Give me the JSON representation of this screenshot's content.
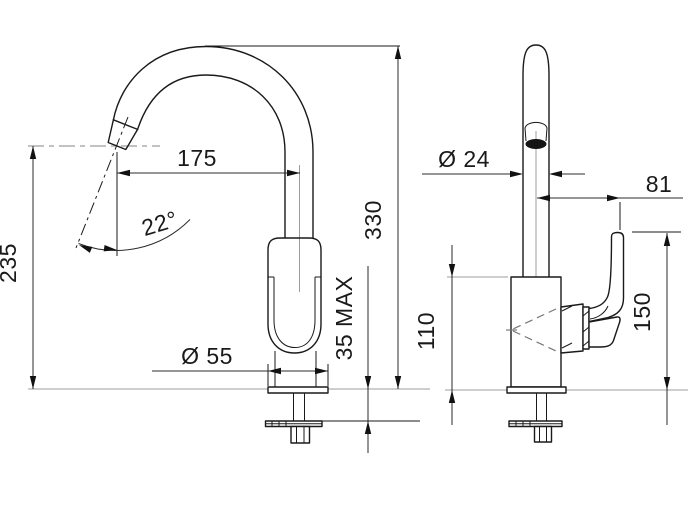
{
  "drawing": {
    "kind": "faucet-dimension-drawing",
    "background": "#ffffff",
    "line_color": "#1a1a1a",
    "gray_line_color": "#9c9c9c",
    "aerator_color": "#141414",
    "left_view": {
      "name": "side-view-gooseneck-spout",
      "dims": {
        "spout_reach": {
          "label": "175"
        },
        "spout_angle": {
          "label": "22°"
        },
        "spout_height": {
          "label": "235"
        },
        "overall_height": {
          "label": "330"
        },
        "base_diameter": {
          "label": "Ø 55"
        },
        "max_deck_thickness": {
          "label": "35 MAX"
        }
      }
    },
    "right_view": {
      "name": "front-view-body-and-handle",
      "dims": {
        "spout_diameter": {
          "label": "Ø 24"
        },
        "handle_offset": {
          "label": "81"
        },
        "body_height": {
          "label": "110"
        },
        "handle_height": {
          "label": "150"
        }
      }
    }
  }
}
